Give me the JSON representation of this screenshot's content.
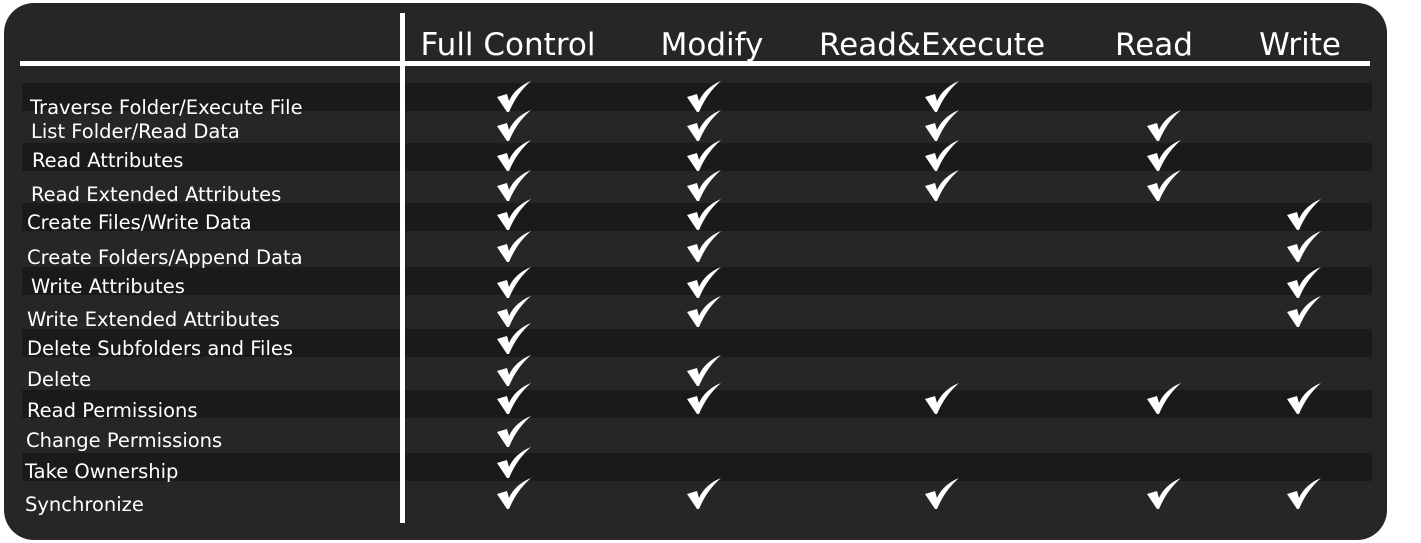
{
  "columns": [
    "Full Control",
    "Modify",
    "Read&Execute",
    "Read",
    "Write"
  ],
  "rows": [
    {
      "label": "Traverse Folder/Execute File",
      "checks": [
        true,
        true,
        true,
        false,
        false
      ]
    },
    {
      "label": "List Folder/Read Data",
      "checks": [
        true,
        true,
        true,
        true,
        false
      ]
    },
    {
      "label": "Read Attributes",
      "checks": [
        true,
        true,
        true,
        true,
        false
      ]
    },
    {
      "label": "Read Extended Attributes",
      "checks": [
        true,
        true,
        true,
        true,
        false
      ]
    },
    {
      "label": "Create Files/Write Data",
      "checks": [
        true,
        true,
        false,
        false,
        true
      ]
    },
    {
      "label": "Create Folders/Append Data",
      "checks": [
        true,
        true,
        false,
        false,
        true
      ]
    },
    {
      "label": "Write Attributes",
      "checks": [
        true,
        true,
        false,
        false,
        true
      ]
    },
    {
      "label": "Write Extended Attributes",
      "checks": [
        true,
        true,
        false,
        false,
        true
      ]
    },
    {
      "label": "Delete Subfolders and Files",
      "checks": [
        true,
        false,
        false,
        false,
        false
      ]
    },
    {
      "label": "Delete",
      "checks": [
        true,
        true,
        false,
        false,
        false
      ]
    },
    {
      "label": "Read Permissions",
      "checks": [
        true,
        true,
        true,
        true,
        true
      ]
    },
    {
      "label": "Change Permissions",
      "checks": [
        true,
        false,
        false,
        false,
        false
      ]
    },
    {
      "label": "Take Ownership",
      "checks": [
        true,
        false,
        false,
        false,
        false
      ]
    },
    {
      "label": "Synchronize",
      "checks": [
        true,
        true,
        true,
        true,
        true
      ]
    }
  ],
  "colors": {
    "background": "#262626",
    "stripe": "#1a1a1a",
    "text": "#ffffff",
    "check": "#ffffff"
  },
  "icons": {
    "check": "checkmark-icon"
  }
}
